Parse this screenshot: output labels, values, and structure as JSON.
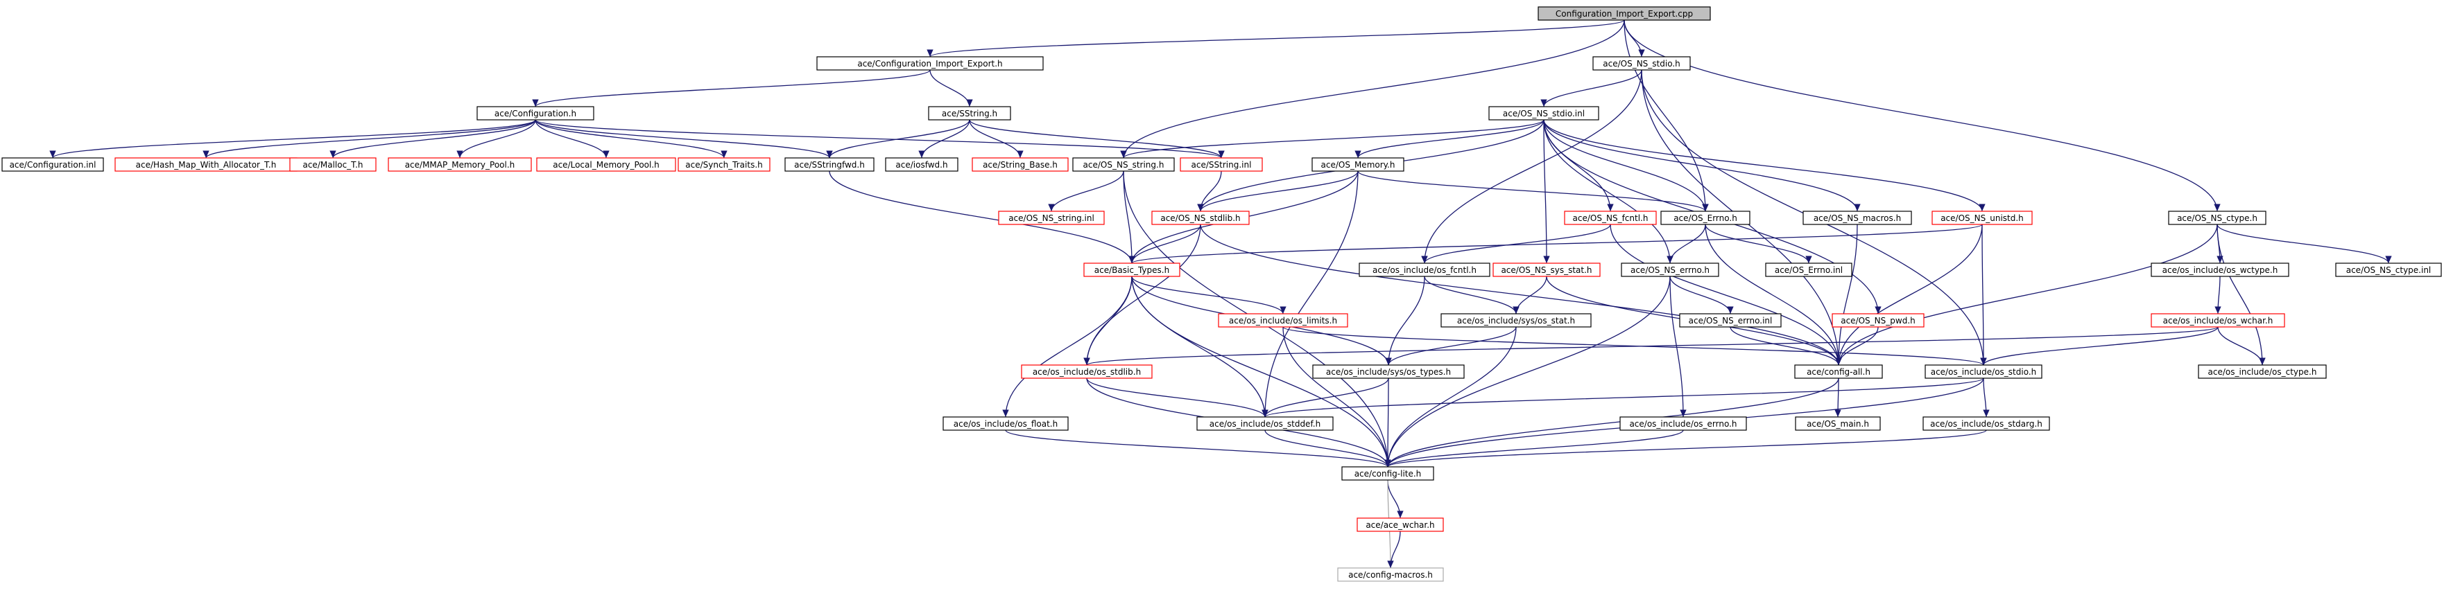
{
  "diagram": {
    "colors": {
      "edge": "#191970",
      "edge_gray": "#a9a9a9",
      "root_fill": "#bfbfbf",
      "border_black": "#000000",
      "border_red": "#ff0000"
    },
    "nodes": [
      {
        "id": "root",
        "label": "Configuration_Import_Export.cpp",
        "style": "root"
      },
      {
        "id": "cie_h",
        "label": "ace/Configuration_Import_Export.h",
        "style": "black"
      },
      {
        "id": "os_ns_stdio_h",
        "label": "ace/OS_NS_stdio.h",
        "style": "black"
      },
      {
        "id": "configuration_h",
        "label": "ace/Configuration.h",
        "style": "black"
      },
      {
        "id": "sstring_h",
        "label": "ace/SString.h",
        "style": "black"
      },
      {
        "id": "os_ns_stdio_inl",
        "label": "ace/OS_NS_stdio.inl",
        "style": "black"
      },
      {
        "id": "configuration_inl",
        "label": "ace/Configuration.inl",
        "style": "black"
      },
      {
        "id": "hash_map",
        "label": "ace/Hash_Map_With_Allocator_T.h",
        "style": "red"
      },
      {
        "id": "malloc_t",
        "label": "ace/Malloc_T.h",
        "style": "red"
      },
      {
        "id": "mmap",
        "label": "ace/MMAP_Memory_Pool.h",
        "style": "red"
      },
      {
        "id": "local_mem",
        "label": "ace/Local_Memory_Pool.h",
        "style": "red"
      },
      {
        "id": "synch_traits",
        "label": "ace/Synch_Traits.h",
        "style": "red"
      },
      {
        "id": "sstringfwd",
        "label": "ace/SStringfwd.h",
        "style": "black"
      },
      {
        "id": "iosfwd",
        "label": "ace/iosfwd.h",
        "style": "black"
      },
      {
        "id": "string_base",
        "label": "ace/String_Base.h",
        "style": "red"
      },
      {
        "id": "os_ns_string_h",
        "label": "ace/OS_NS_string.h",
        "style": "black"
      },
      {
        "id": "sstring_inl",
        "label": "ace/SString.inl",
        "style": "red"
      },
      {
        "id": "os_memory",
        "label": "ace/OS_Memory.h",
        "style": "black"
      },
      {
        "id": "os_ns_ctype_h",
        "label": "ace/OS_NS_ctype.h",
        "style": "black"
      },
      {
        "id": "os_ns_string_inl",
        "label": "ace/OS_NS_string.inl",
        "style": "red"
      },
      {
        "id": "os_ns_stdlib_h",
        "label": "ace/OS_NS_stdlib.h",
        "style": "red"
      },
      {
        "id": "os_errno_h",
        "label": "ace/OS_Errno.h",
        "style": "black"
      },
      {
        "id": "os_ns_fcntl",
        "label": "ace/OS_NS_fcntl.h",
        "style": "red"
      },
      {
        "id": "os_ns_macros",
        "label": "ace/OS_NS_macros.h",
        "style": "black"
      },
      {
        "id": "os_ns_unistd",
        "label": "ace/OS_NS_unistd.h",
        "style": "red"
      },
      {
        "id": "basic_types",
        "label": "ace/Basic_Types.h",
        "style": "red"
      },
      {
        "id": "os_include_fcntl",
        "label": "ace/os_include/os_fcntl.h",
        "style": "black"
      },
      {
        "id": "os_ns_sys_stat",
        "label": "ace/OS_NS_sys_stat.h",
        "style": "red"
      },
      {
        "id": "os_ns_errno_h",
        "label": "ace/OS_NS_errno.h",
        "style": "black"
      },
      {
        "id": "os_errno_inl",
        "label": "ace/OS_Errno.inl",
        "style": "black"
      },
      {
        "id": "os_include_wctype",
        "label": "ace/os_include/os_wctype.h",
        "style": "black"
      },
      {
        "id": "os_ns_ctype_inl",
        "label": "ace/OS_NS_ctype.inl",
        "style": "black"
      },
      {
        "id": "os_include_limits",
        "label": "ace/os_include/os_limits.h",
        "style": "red"
      },
      {
        "id": "os_include_sys_stat",
        "label": "ace/os_include/sys/os_stat.h",
        "style": "black"
      },
      {
        "id": "os_ns_errno_inl",
        "label": "ace/OS_NS_errno.inl",
        "style": "black"
      },
      {
        "id": "os_ns_pwd",
        "label": "ace/OS_NS_pwd.h",
        "style": "red"
      },
      {
        "id": "os_include_wchar",
        "label": "ace/os_include/os_wchar.h",
        "style": "red"
      },
      {
        "id": "os_include_stdlib",
        "label": "ace/os_include/os_stdlib.h",
        "style": "red"
      },
      {
        "id": "os_include_sys_types",
        "label": "ace/os_include/sys/os_types.h",
        "style": "black"
      },
      {
        "id": "config_all",
        "label": "ace/config-all.h",
        "style": "black"
      },
      {
        "id": "os_include_stdio",
        "label": "ace/os_include/os_stdio.h",
        "style": "black"
      },
      {
        "id": "os_include_ctype",
        "label": "ace/os_include/os_ctype.h",
        "style": "black"
      },
      {
        "id": "os_include_float",
        "label": "ace/os_include/os_float.h",
        "style": "black"
      },
      {
        "id": "os_include_stddef",
        "label": "ace/os_include/os_stddef.h",
        "style": "black"
      },
      {
        "id": "os_main",
        "label": "ace/OS_main.h",
        "style": "black"
      },
      {
        "id": "os_include_errno",
        "label": "ace/os_include/os_errno.h",
        "style": "black"
      },
      {
        "id": "os_include_stdarg",
        "label": "ace/os_include/os_stdarg.h",
        "style": "black"
      },
      {
        "id": "config_lite",
        "label": "ace/config-lite.h",
        "style": "black"
      },
      {
        "id": "ace_wchar",
        "label": "ace/ace_wchar.h",
        "style": "red"
      },
      {
        "id": "config_macros",
        "label": "ace/config-macros.h",
        "style": "gray"
      }
    ],
    "edges": [
      [
        "root",
        "cie_h"
      ],
      [
        "root",
        "os_ns_stdio_h"
      ],
      [
        "root",
        "os_ns_string_h"
      ],
      [
        "root",
        "os_errno_h"
      ],
      [
        "root",
        "os_ns_ctype_h"
      ],
      [
        "cie_h",
        "configuration_h"
      ],
      [
        "cie_h",
        "sstring_h"
      ],
      [
        "configuration_h",
        "configuration_inl"
      ],
      [
        "configuration_h",
        "hash_map"
      ],
      [
        "configuration_h",
        "malloc_t"
      ],
      [
        "configuration_h",
        "mmap"
      ],
      [
        "configuration_h",
        "local_mem"
      ],
      [
        "configuration_h",
        "synch_traits"
      ],
      [
        "configuration_h",
        "sstringfwd"
      ],
      [
        "configuration_h",
        "sstring_inl"
      ],
      [
        "sstring_h",
        "sstringfwd"
      ],
      [
        "sstring_h",
        "iosfwd"
      ],
      [
        "sstring_h",
        "string_base"
      ],
      [
        "sstring_h",
        "sstring_inl"
      ],
      [
        "os_ns_stdio_h",
        "os_ns_stdio_inl"
      ],
      [
        "os_ns_stdio_h",
        "os_include_fcntl"
      ],
      [
        "os_ns_stdio_h",
        "config_all"
      ],
      [
        "os_ns_stdio_h",
        "os_include_stdio"
      ],
      [
        "os_ns_stdio_inl",
        "os_ns_string_h"
      ],
      [
        "os_ns_stdio_inl",
        "os_memory"
      ],
      [
        "os_ns_stdio_inl",
        "os_ns_stdlib_h"
      ],
      [
        "os_ns_stdio_inl",
        "os_ns_fcntl"
      ],
      [
        "os_ns_stdio_inl",
        "os_ns_macros"
      ],
      [
        "os_ns_stdio_inl",
        "os_ns_unistd"
      ],
      [
        "os_ns_stdio_inl",
        "os_ns_sys_stat"
      ],
      [
        "os_ns_stdio_inl",
        "os_ns_errno_h"
      ],
      [
        "os_ns_stdio_inl",
        "os_ns_pwd"
      ],
      [
        "os_ns_stdio_inl",
        "os_errno_h"
      ],
      [
        "sstringfwd",
        "basic_types"
      ],
      [
        "sstring_inl",
        "os_ns_stdlib_h"
      ],
      [
        "os_ns_string_h",
        "os_ns_string_inl"
      ],
      [
        "os_ns_string_h",
        "basic_types"
      ],
      [
        "os_ns_string_h",
        "config_lite"
      ],
      [
        "os_memory",
        "os_errno_h"
      ],
      [
        "os_memory",
        "basic_types"
      ],
      [
        "os_memory",
        "os_include_stddef"
      ],
      [
        "os_memory",
        "os_ns_stdlib_h"
      ],
      [
        "os_ns_stdlib_h",
        "basic_types"
      ],
      [
        "os_ns_stdlib_h",
        "os_include_stdlib"
      ],
      [
        "os_ns_stdlib_h",
        "config_all"
      ],
      [
        "os_errno_h",
        "os_ns_errno_h"
      ],
      [
        "os_errno_h",
        "os_errno_inl"
      ],
      [
        "os_errno_h",
        "config_all"
      ],
      [
        "os_ns_fcntl",
        "os_include_fcntl"
      ],
      [
        "os_ns_fcntl",
        "config_all"
      ],
      [
        "os_ns_macros",
        "config_all"
      ],
      [
        "os_ns_unistd",
        "basic_types"
      ],
      [
        "os_ns_unistd",
        "config_all"
      ],
      [
        "os_ns_unistd",
        "os_include_stdio"
      ],
      [
        "basic_types",
        "os_include_limits"
      ],
      [
        "basic_types",
        "os_include_float"
      ],
      [
        "basic_types",
        "os_include_stdlib"
      ],
      [
        "basic_types",
        "os_include_stddef"
      ],
      [
        "basic_types",
        "os_include_sys_types"
      ],
      [
        "basic_types",
        "config_lite"
      ],
      [
        "os_include_fcntl",
        "os_include_sys_stat"
      ],
      [
        "os_include_fcntl",
        "os_include_sys_types"
      ],
      [
        "os_ns_sys_stat",
        "os_include_sys_stat"
      ],
      [
        "os_ns_sys_stat",
        "config_all"
      ],
      [
        "os_ns_errno_h",
        "os_ns_errno_inl"
      ],
      [
        "os_ns_errno_h",
        "os_include_errno"
      ],
      [
        "os_ns_errno_h",
        "config_lite"
      ],
      [
        "os_ns_ctype_h",
        "os_include_wctype"
      ],
      [
        "os_ns_ctype_h",
        "os_ns_ctype_inl"
      ],
      [
        "os_ns_ctype_h",
        "os_include_ctype"
      ],
      [
        "os_ns_ctype_h",
        "config_all"
      ],
      [
        "os_include_wctype",
        "os_include_wchar"
      ],
      [
        "os_include_limits",
        "os_include_stdio"
      ],
      [
        "os_include_limits",
        "config_lite"
      ],
      [
        "os_include_sys_stat",
        "os_include_sys_types"
      ],
      [
        "os_include_sys_stat",
        "config_lite"
      ],
      [
        "os_ns_errno_inl",
        "config_all"
      ],
      [
        "os_ns_pwd",
        "config_all"
      ],
      [
        "os_include_wchar",
        "os_include_stdlib"
      ],
      [
        "os_include_wchar",
        "os_include_stdio"
      ],
      [
        "os_include_wchar",
        "os_include_ctype"
      ],
      [
        "os_include_stdlib",
        "os_include_stddef"
      ],
      [
        "os_include_stdlib",
        "config_lite"
      ],
      [
        "os_include_sys_types",
        "os_include_stddef"
      ],
      [
        "os_include_sys_types",
        "config_lite"
      ],
      [
        "config_all",
        "os_main"
      ],
      [
        "config_all",
        "config_lite"
      ],
      [
        "os_include_stdio",
        "os_include_stdarg"
      ],
      [
        "os_include_stdio",
        "os_include_stddef"
      ],
      [
        "os_include_stdio",
        "config_lite"
      ],
      [
        "os_include_float",
        "config_lite"
      ],
      [
        "os_include_stddef",
        "config_lite"
      ],
      [
        "os_include_errno",
        "config_lite"
      ],
      [
        "os_include_stdarg",
        "config_lite"
      ],
      [
        "config_lite",
        "ace_wchar"
      ],
      [
        "config_lite",
        "config_macros",
        "gray"
      ],
      [
        "ace_wchar",
        "config_macros"
      ]
    ]
  }
}
